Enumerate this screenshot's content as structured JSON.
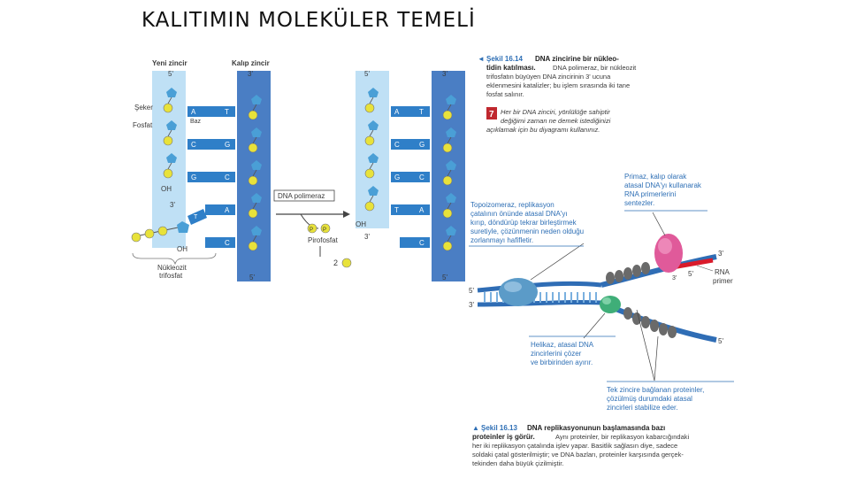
{
  "title": "KALITIMIN MOLEKÜLER TEMELİ",
  "left_figure": {
    "new_strand_label": "Yeni zincir",
    "template_strand_label": "Kalıp zincir",
    "five_prime": "5'",
    "three_prime": "3'",
    "sugar_label": "Şeker",
    "phosphate_label": "Fosfat",
    "base_label": "Baz",
    "oh_label": "OH",
    "nucleoside_triphosphate_label": [
      "Nükleozit",
      "trifosfat"
    ],
    "pairs_before": [
      {
        "left": "A",
        "right": "T"
      },
      {
        "left": "C",
        "right": "G"
      },
      {
        "left": "G",
        "right": "C"
      },
      {
        "left": "",
        "right": "A"
      },
      {
        "left": "",
        "right": "C"
      }
    ],
    "incoming_base": "T",
    "phosphate_p": "P",
    "enzyme_label": "DNA polimeraz",
    "pyrophosphate_label": "Pirofosfat",
    "two_pi_label": "2",
    "pairs_after": [
      {
        "left": "A",
        "right": "T"
      },
      {
        "left": "C",
        "right": "G"
      },
      {
        "left": "G",
        "right": "C"
      },
      {
        "left": "T",
        "right": "A"
      },
      {
        "left": "",
        "right": "C"
      }
    ]
  },
  "caption_1614": {
    "marker": "◄",
    "number": "Şekil 16.14",
    "title_part1": "DNA zincirine bir nükleo-",
    "title_part2": "tidin katılması.",
    "lines": [
      "DNA polimeraz, bir nükleozit",
      "trifosfatın büyüyen DNA zincirinin 3' ucuna",
      "eklenmesini katalizler; bu işlem sırasında iki tane",
      "fosfat salınır."
    ],
    "question_number": "7",
    "question_lines": [
      "Her bir DNA zinciri, yönlülüğe sahiptir",
      "değiğimi zaman ne demek istediğinizi",
      "açıklamak için bu diyagramı kullanınız."
    ]
  },
  "replication_figure": {
    "primase_note": [
      "Primaz, kalıp olarak",
      "atasal DNA'yı kullanarak",
      "RNA primerlerini",
      "sentezler."
    ],
    "topoisomerase_note": [
      "Topoizomeraz, replikasyon",
      "çatalının önünde atasal DNA'yı",
      "kırıp, döndürüp tekrar birleştirmek",
      "suretiyle, çözünmenin neden olduğu",
      "zorlanmayı hafifletir."
    ],
    "helicase_note": [
      "Helikaz, atasal DNA",
      "zincirlerini çözer",
      "ve birbirinden ayırır."
    ],
    "ssb_note": [
      "Tek zincire bağlanan proteinler,",
      "çözülmüş durumdaki atasal",
      "zincirleri stabilize eder."
    ],
    "rna_primer_label": [
      "RNA",
      "primer"
    ],
    "end_labels": {
      "left_top": "5'",
      "left_bottom": "3'",
      "upper_right": "3'",
      "primer_5": "5'",
      "primer_3": "3'",
      "lower_right": "5'"
    }
  },
  "caption_1613": {
    "marker": "▲",
    "number": "Şekil 16.13",
    "title_part1": "DNA replikasyonunun başlamasında bazı",
    "title_part2": "proteinler iş görür.",
    "lines": [
      "Aynı proteinler, bir replikasyon kabarcığındaki",
      "her iki replikasyon çatalında işlev yapar. Basitlik sağlasın diye, sadece",
      "soldaki çatal gösterilmiştir; ve DNA bazları, proteinler karşısında gerçek-",
      "tekinden daha büyük çizilmiştir."
    ]
  },
  "colors": {
    "new_strand_bg": "#bfe0f5",
    "template_bg": "#4a7ec4",
    "base_box": "#2f7fc8",
    "sugar": "#4a9fd6",
    "phosphate": "#e8e23a",
    "dna_blue": "#2f6db5",
    "primase": "#e05a9a",
    "topoisomerase": "#5b9bc8",
    "helicase": "#3fae78",
    "primer_red": "#d91a2a",
    "note_blue": "#2e6fb5"
  }
}
